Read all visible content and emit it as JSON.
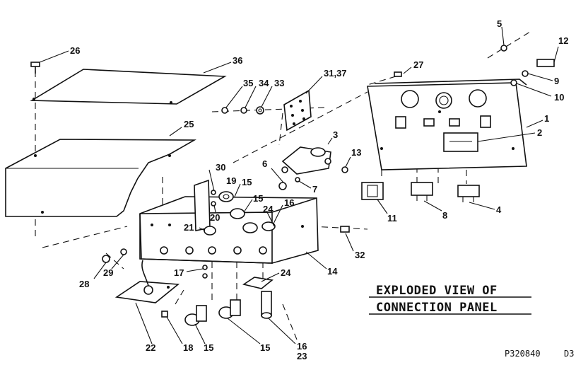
{
  "title": {
    "line1": "EXPLODED VIEW OF",
    "line2": "CONNECTION PANEL"
  },
  "drawing_code": "P320840",
  "sheet_code": "D3",
  "callouts": {
    "c1": "1",
    "c2": "2",
    "c3": "3",
    "c4": "4",
    "c5": "5",
    "c6": "6",
    "c7": "7",
    "c8": "8",
    "c9": "9",
    "c10": "10",
    "c11": "11",
    "c12": "12",
    "c13": "13",
    "c14": "14",
    "c15a": "15",
    "c15b": "15",
    "c15c": "15",
    "c15d": "15",
    "c16a": "16",
    "c16b": "16",
    "c17": "17",
    "c18": "18",
    "c19": "19",
    "c20": "20",
    "c21": "21",
    "c22": "22",
    "c23": "23",
    "c24a": "24",
    "c24b": "24",
    "c25": "25",
    "c26": "26",
    "c27": "27",
    "c28": "28",
    "c29": "29",
    "c30": "30",
    "c31_37": "31,37",
    "c32": "32",
    "c33": "33",
    "c34": "34",
    "c35": "35",
    "c36": "36"
  }
}
